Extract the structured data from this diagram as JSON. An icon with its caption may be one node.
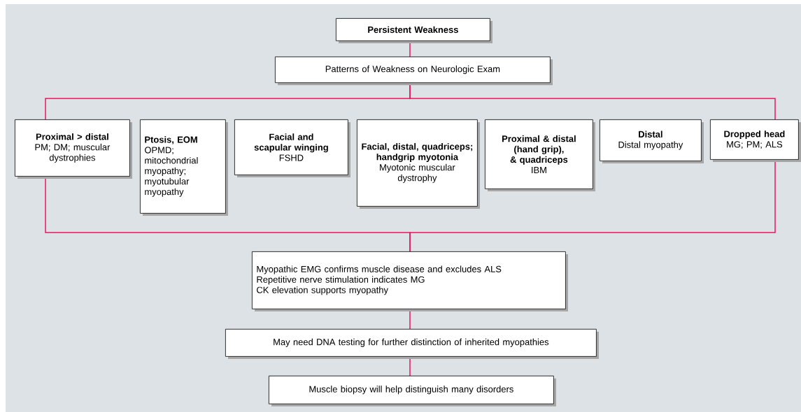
{
  "diagram": {
    "nodes": [
      {
        "text": [
          "Persistent Weakness"
        ]
      },
      {
        "text": [
          "Patterns of Weakness on Neurologic Exam"
        ]
      },
      {
        "text": [
          "Proximal > distal",
          "PM; DM; muscular dystrophies"
        ]
      },
      {
        "text": [
          "Ptosis, EOM",
          "OPMD; mitochondrial myopathy; myotubular myopathy"
        ]
      },
      {
        "text": [
          "Facial and scapular winging",
          "FSHD"
        ]
      },
      {
        "text": [
          "Facial, distal, quadriceps; handgrip myotonia",
          "Myotonic muscular dystrophy"
        ]
      },
      {
        "text": [
          "Proximal & distal (hand grip), & quadriceps",
          "IBM"
        ]
      },
      {
        "text": [
          "Distal",
          "Distal myopathy"
        ]
      },
      {
        "text": [
          "Dropped head",
          "MG; PM; ALS"
        ]
      },
      {
        "text": [
          "Myopathic EMG confirms muscle disease and excludes ALS",
          "Repetitive nerve stimulation indicates MG",
          "CK elevation supports myopathy"
        ]
      },
      {
        "text": [
          "May need DNA testing for further distinction of inherited myopathies"
        ]
      },
      {
        "text": [
          "Muscle biopsy will help distinguish many disorders"
        ]
      }
    ],
    "edges": [
      {
        "from": 0,
        "to": 1,
        "arrow": "none"
      },
      {
        "from": 1,
        "to": 2,
        "arrow": "none"
      },
      {
        "from": 1,
        "to": 8,
        "arrow": "none"
      },
      {
        "from": 2,
        "to": 9,
        "arrow": "none"
      },
      {
        "from": 8,
        "to": 9,
        "arrow": "none"
      },
      {
        "from": 9,
        "to": 10,
        "arrow": "none"
      },
      {
        "from": 10,
        "to": 11,
        "arrow": "none"
      }
    ]
  }
}
